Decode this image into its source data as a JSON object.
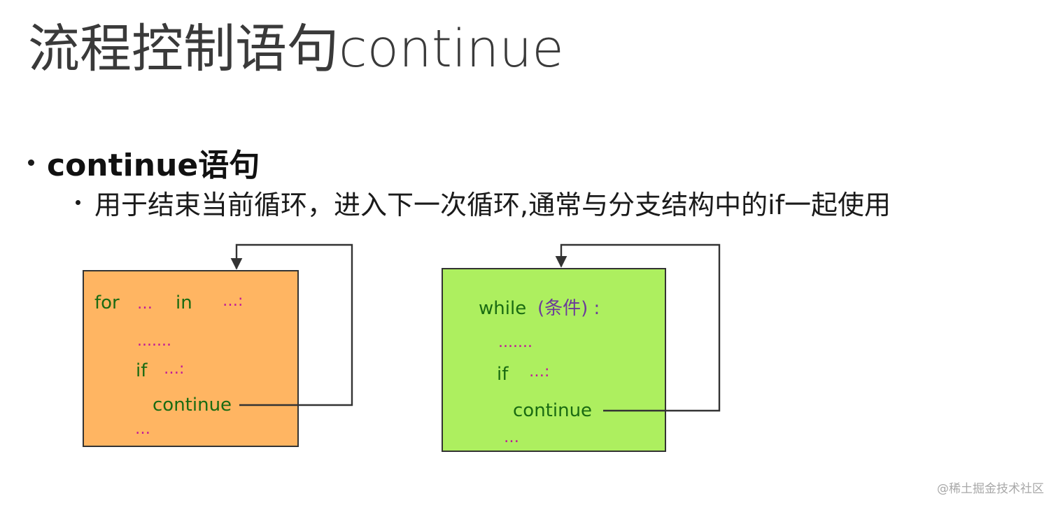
{
  "slide": {
    "title": "流程控制语句continue",
    "bullet_main": "continue语句",
    "bullet_sub": "用于结束当前循环，进入下一次循环,通常与分支结构中的if一起使用"
  },
  "for_box": {
    "kw_for": "for",
    "dots_1": "…",
    "kw_in": "in",
    "dots_2": "…:",
    "dots_3": ".......",
    "kw_if": "if",
    "dots_4": "…:",
    "kw_continue": "continue",
    "dots_5": "…"
  },
  "while_box": {
    "kw_while": "while",
    "condition": "(条件) :",
    "dots_1": ".......",
    "kw_if": "if",
    "dots_2": "…:",
    "kw_continue": "continue",
    "dots_3": "…"
  },
  "watermark": "@稀土掘金技术社区",
  "colors": {
    "for_box_fill": "#ffb562",
    "while_box_fill": "#adef5f",
    "keyword_green": "#1a6b12",
    "dots_magenta": "#c0179a",
    "condition_purple": "#6b3a9a",
    "arrow_line": "#333333"
  }
}
